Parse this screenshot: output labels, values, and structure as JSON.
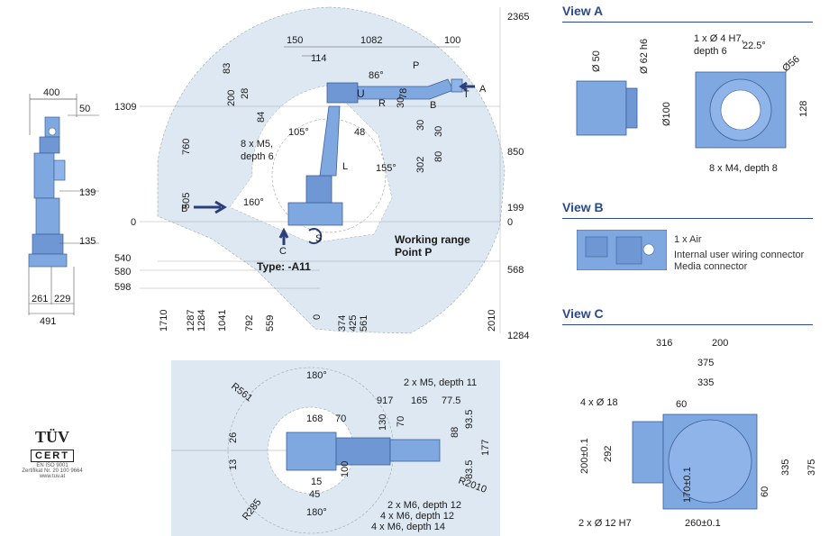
{
  "colors": {
    "accent": "#2a4a8a",
    "robot": "#7fa7e0",
    "range": "#dde8f3",
    "line": "#555555"
  },
  "side_view": {
    "dims_top": [
      "400",
      "50"
    ],
    "dims_right": [
      "139",
      "135"
    ],
    "dims_bottom": [
      "261",
      "229",
      "491"
    ]
  },
  "main_view": {
    "type_label": "Type: -A11",
    "working_range_label": [
      "Working range",
      "Point P"
    ],
    "thread_note": [
      "8 x M5,",
      "depth 6"
    ],
    "axis_letters": {
      "U": "U",
      "R": "R",
      "B": "B",
      "T": "T",
      "P": "P",
      "L": "L",
      "C": "C",
      "S": "S",
      "A": "A",
      "B_in": "B"
    },
    "angles": [
      "86°",
      "105°",
      "155°",
      "160°"
    ],
    "top_dims": [
      "150",
      "1082",
      "100",
      "114",
      "83",
      "78",
      "200",
      "28",
      "84",
      "30",
      "48",
      "30",
      "30",
      "80",
      "302"
    ],
    "left_dims": [
      "1309",
      "760",
      "505",
      "0",
      "540",
      "580",
      "598"
    ],
    "bottom_dims": [
      "1710",
      "1287",
      "1284",
      "1041",
      "792",
      "559",
      "0",
      "374",
      "425",
      "561",
      "2010"
    ],
    "right_dims": [
      "2365",
      "850",
      "199",
      "0",
      "568",
      "1284"
    ]
  },
  "top_view": {
    "angles": [
      "180°",
      "180°"
    ],
    "radii": [
      "R561",
      "R285",
      "R2010"
    ],
    "dims": [
      "917",
      "165",
      "77.5",
      "168",
      "70",
      "130",
      "70",
      "88",
      "93.5",
      "177",
      "83.5",
      "26",
      "13",
      "15",
      "45",
      "100"
    ],
    "notes": [
      "2 x M5, depth 11",
      "2 x M6, depth 12",
      "4 x M6, depth 12",
      "4 x M6, depth 14"
    ]
  },
  "cert": {
    "brand": "TÜV",
    "sub": "CERT",
    "lines": [
      "EN ISO 9001",
      "Zertifikat Nr. 20 100 9664",
      "www.tuv.at"
    ]
  },
  "view_a": {
    "title": "View A",
    "dims": [
      "Ø 50",
      "Ø 62 h6",
      "Ø100",
      "1 x Ø 4 H7,",
      "depth 6",
      "22.5°",
      "Ø56",
      "128"
    ],
    "note": "8 x M4, depth 8"
  },
  "view_b": {
    "title": "View B",
    "labels": [
      "1 x Air",
      "Internal user wiring connector",
      "Media connector"
    ]
  },
  "view_c": {
    "title": "View C",
    "dims": [
      "316",
      "200",
      "375",
      "335",
      "60",
      "4 x Ø 18",
      "200±0.1",
      "292",
      "335",
      "375",
      "60",
      "170±0.1",
      "260±0.1"
    ],
    "note": "2 x Ø 12 H7"
  }
}
